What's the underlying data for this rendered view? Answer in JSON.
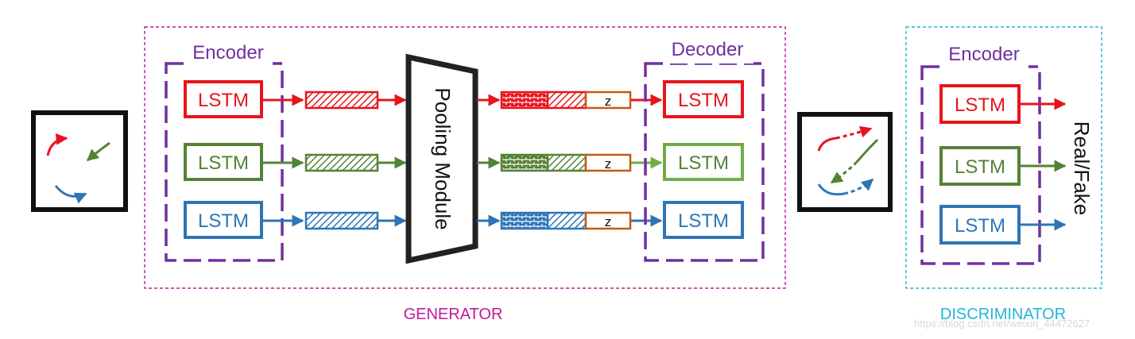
{
  "generator": {
    "title": "GENERATOR",
    "encoder_title": "Encoder",
    "decoder_title": "Decoder",
    "pooling_label": "Pooling Module",
    "encoder_lstms": [
      "LSTM",
      "LSTM",
      "LSTM"
    ],
    "decoder_lstms": [
      "LSTM",
      "LSTM",
      "LSTM"
    ],
    "noise_label": "z"
  },
  "discriminator": {
    "title": "DISCRIMINATOR",
    "encoder_title": "Encoder",
    "lstms": [
      "LSTM",
      "LSTM",
      "LSTM"
    ],
    "output_label": "Real/Fake"
  },
  "colors": {
    "red": "#e8141b",
    "green": "#548235",
    "blue": "#2e75b6",
    "purple": "#7030a0",
    "magenta": "#c0189a",
    "cyan": "#22b5d8",
    "orange": "#c55a11",
    "black": "#111111"
  },
  "watermark": "https://blog.csdn.net/weixin_44472627"
}
